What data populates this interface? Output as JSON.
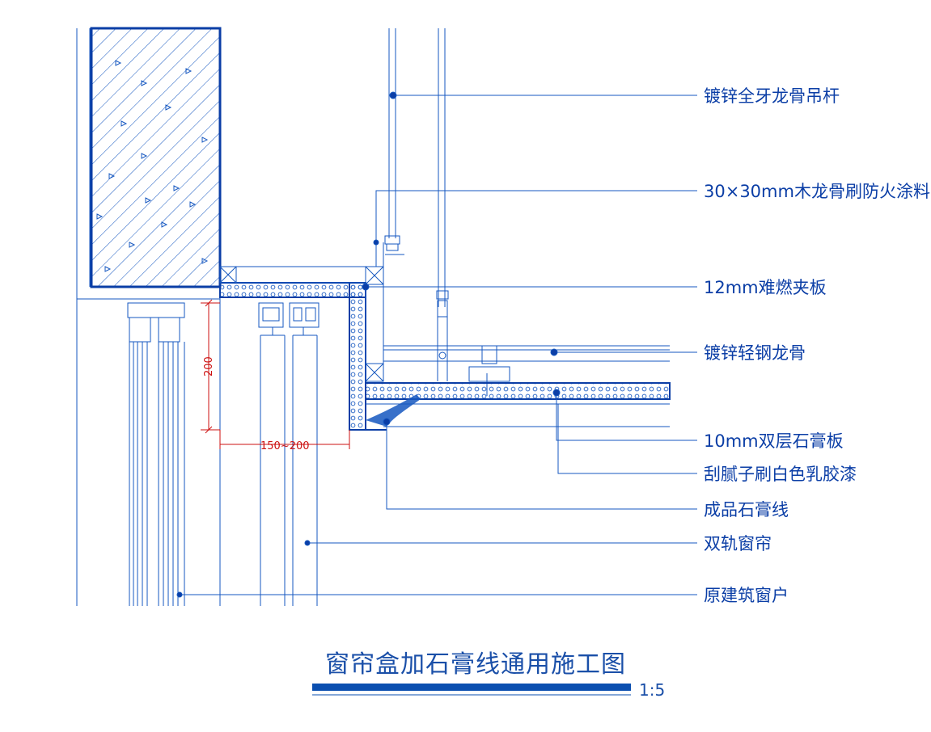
{
  "colors": {
    "line": "#1557c0",
    "dark": "#0b3ea6",
    "dimension": "#cc1111",
    "title_bar": "#0b4fb0"
  },
  "labels": {
    "hanger_rod": "镀锌全牙龙骨吊杆",
    "wood_keel": "30×30mm木龙骨刷防火涂料",
    "fire_board": "12mm难燃夹板",
    "light_steel_keel": "镀锌轻钢龙骨",
    "gypsum_board": "10mm双层石膏板",
    "putty_paint": "刮腻子刷白色乳胶漆",
    "gypsum_moulding": "成品石膏线",
    "double_track_curtain": "双轨窗帘",
    "original_window": "原建筑窗户"
  },
  "dimensions": {
    "vertical": "200",
    "horizontal": "150~200"
  },
  "title": {
    "text": "窗帘盒加石膏线通用施工图",
    "scale": "1:5"
  }
}
